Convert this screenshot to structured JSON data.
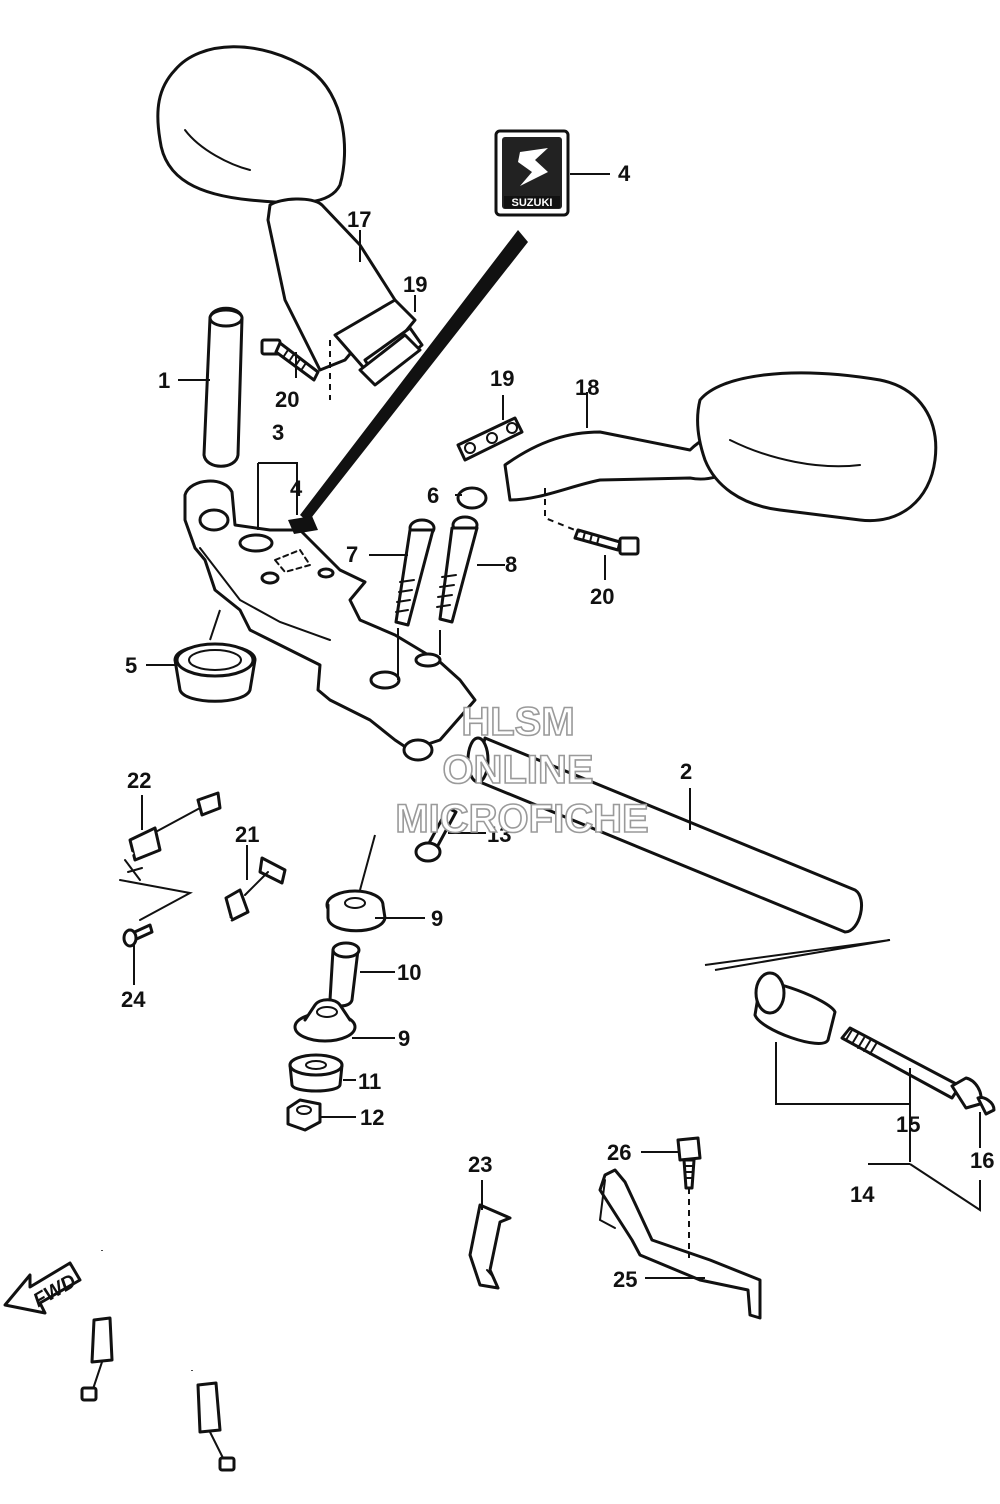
{
  "callouts": {
    "c1": "1",
    "c2": "2",
    "c3": "3",
    "c4a": "4",
    "c4b": "4",
    "c5": "5",
    "c6": "6",
    "c7": "7",
    "c8": "8",
    "c9a": "9",
    "c9b": "9",
    "c10": "10",
    "c11": "11",
    "c12": "12",
    "c13": "13",
    "c14": "14",
    "c15": "15",
    "c16": "16",
    "c17": "17",
    "c18": "18",
    "c19a": "19",
    "c19b": "19",
    "c20a": "20",
    "c20b": "20",
    "c21": "21",
    "c22": "22",
    "c23": "23",
    "c24": "24",
    "c25": "25",
    "c26": "26"
  },
  "badge": {
    "brand": "SUZUKI"
  },
  "direction": {
    "label": "FWD"
  },
  "watermark": {
    "line1": "HLSM",
    "line2": "ONLINE",
    "line3": "MICROFICHE"
  }
}
